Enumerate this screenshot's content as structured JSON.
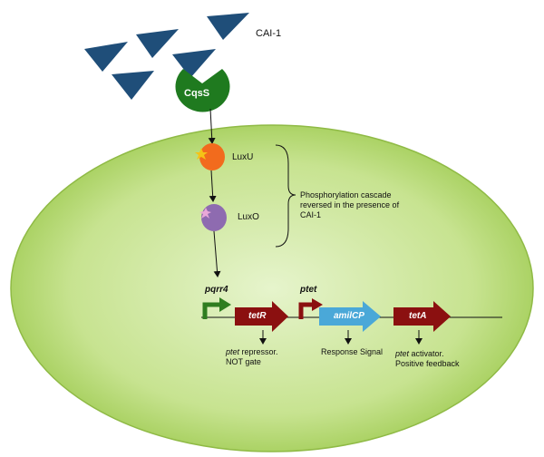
{
  "signal": {
    "name": "CAI-1"
  },
  "receptor": {
    "name": "CqsS",
    "color": "#1f7a1f"
  },
  "cascade": {
    "luxu": {
      "name": "LuxU",
      "color": "#f26b1d"
    },
    "luxo": {
      "name": "LuxO",
      "color": "#8e6bb0"
    },
    "note_lines": [
      "Phosphorylation cascade",
      "reversed in the presence of",
      "CAI-1"
    ]
  },
  "promoters": {
    "pqrr4": {
      "name": "pqrr4",
      "color": "#2f7d1f"
    },
    "ptet": {
      "name": "ptet",
      "color": "#8b1010"
    }
  },
  "genes": {
    "tetR": {
      "name": "tetR",
      "color": "#8b1010",
      "note_italic": "ptet",
      "note_lines": [
        " repressor.",
        "NOT gate"
      ]
    },
    "amilCP": {
      "name": "amilCP",
      "color": "#4aa8d8",
      "note_lines": [
        "Response Signal"
      ]
    },
    "tetA": {
      "name": "tetA",
      "color": "#8b1010",
      "note_italic": "ptet",
      "note_lines": [
        " activator.",
        "Positive feedback"
      ]
    }
  },
  "colors": {
    "cell_light": "#e3f2c9",
    "cell_dark": "#9fcb52",
    "signal_triangle": "#1f4e79"
  }
}
